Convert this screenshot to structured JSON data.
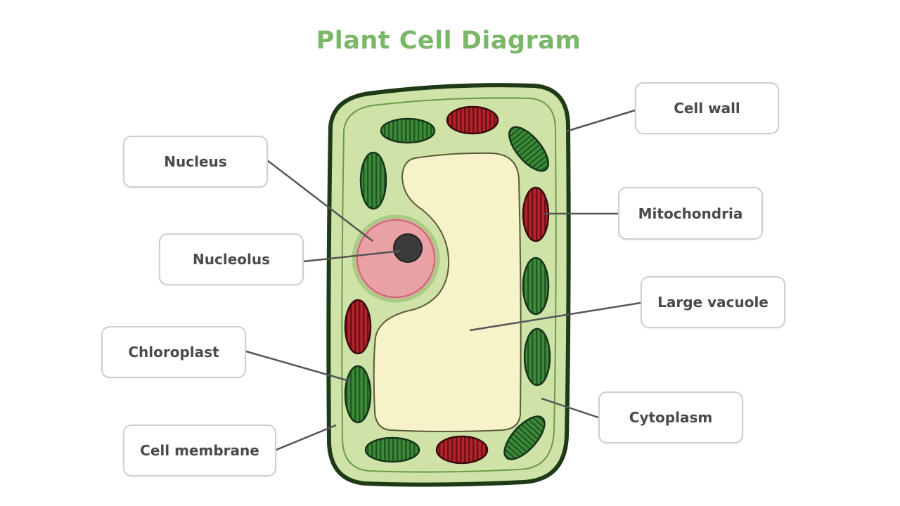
{
  "title": "Plant Cell Diagram",
  "colors": {
    "title": "#7ab768",
    "cell_wall": "#1f3a16",
    "cytoplasm": "#cfe3a8",
    "membrane_band": "#a8cc82",
    "vacuole": "#f6f3c8",
    "nucleus": "#eaa1a6",
    "nucleus_ring": "#c36a70",
    "nucleolus": "#3b3b3b",
    "chloroplast": "#3f8a3a",
    "mitochondria": "#b2242a",
    "leader_line": "#555555"
  },
  "labels": {
    "cell_wall": "Cell wall",
    "nucleus": "Nucleus",
    "mitochondria": "Mitochondria",
    "nucleolus": "Nucleolus",
    "large_vacuole": "Large vacuole",
    "chloroplast": "Chloroplast",
    "cytoplasm": "Cytoplasm",
    "cell_membrane": "Cell membrane"
  }
}
